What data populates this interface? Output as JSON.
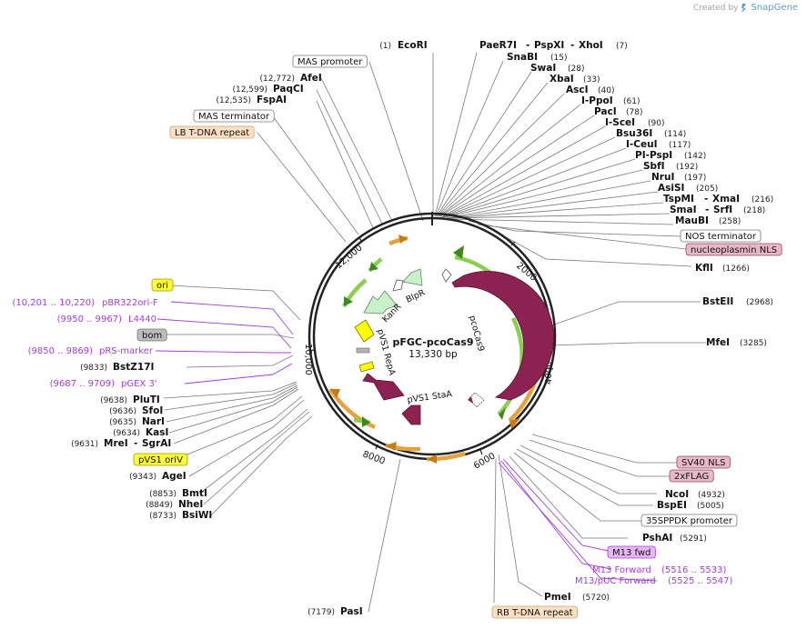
{
  "branding": {
    "created_by": "Created by",
    "app_name": "SnapGene"
  },
  "plasmid": {
    "name": "pFGC-pcoCas9",
    "length_label": "13,330 bp"
  },
  "ticks": [
    "2000",
    "4000",
    "6000",
    "8000",
    "10,000",
    "12,000"
  ],
  "enzymes_top": [
    {
      "name": "EcoRI",
      "pos": "(1)"
    },
    {
      "name": "PaeR7I",
      "name2": "PspXI",
      "name3": "XhoI",
      "pos": "(7)"
    },
    {
      "name": "SnaBI",
      "pos": "(15)"
    },
    {
      "name": "SwaI",
      "pos": "(28)"
    },
    {
      "name": "XbaI",
      "pos": "(33)"
    },
    {
      "name": "AscI",
      "pos": "(40)"
    },
    {
      "name": "I-PpoI",
      "pos": "(61)"
    },
    {
      "name": "PacI",
      "pos": "(78)"
    },
    {
      "name": "I-SceI",
      "pos": "(90)"
    },
    {
      "name": "Bsu36I",
      "pos": "(114)"
    },
    {
      "name": "I-CeuI",
      "pos": "(117)"
    },
    {
      "name": "PI-PspI",
      "pos": "(142)"
    },
    {
      "name": "SbfI",
      "pos": "(192)"
    },
    {
      "name": "NruI",
      "pos": "(197)"
    },
    {
      "name": "AsiSI",
      "pos": "(205)"
    },
    {
      "name": "TspMI",
      "name2": "XmaI",
      "pos": "(216)"
    },
    {
      "name": "SmaI",
      "name2": "SrfI",
      "pos": "(218)"
    },
    {
      "name": "MauBI",
      "pos": "(258)"
    }
  ],
  "enzymes_right": [
    {
      "name": "KflI",
      "pos": "(1266)"
    },
    {
      "name": "BstEII",
      "pos": "(2968)"
    },
    {
      "name": "MfeI",
      "pos": "(3285)"
    },
    {
      "name": "NcoI",
      "pos": "(4932)"
    },
    {
      "name": "BspEI",
      "pos": "(5005)"
    },
    {
      "name": "PshAI",
      "pos": "(5291)"
    },
    {
      "name": "PmeI",
      "pos": "(5720)"
    }
  ],
  "enzymes_bottom": [
    {
      "name": "PasI",
      "pos": "(7179)"
    }
  ],
  "enzymes_left": [
    {
      "name": "AfeI",
      "pos": "(12,772)"
    },
    {
      "name": "PaqCI",
      "pos": "(12,599)"
    },
    {
      "name": "FspAI",
      "pos": "(12,535)"
    },
    {
      "name": "BstZ17I",
      "pos": "(9833)"
    },
    {
      "name": "PluTI",
      "pos": "(9638)"
    },
    {
      "name": "SfoI",
      "pos": "(9636)"
    },
    {
      "name": "NarI",
      "pos": "(9635)"
    },
    {
      "name": "KasI",
      "pos": "(9634)"
    },
    {
      "name": "MreI",
      "name2": "SgrAI",
      "pos": "(9631)"
    },
    {
      "name": "AgeI",
      "pos": "(9343)"
    },
    {
      "name": "BmtI",
      "pos": "(8853)"
    },
    {
      "name": "NheI",
      "pos": "(8849)"
    },
    {
      "name": "BsiWI",
      "pos": "(8733)"
    }
  ],
  "primers": [
    {
      "name": "pBR322ori-F",
      "range": "(10,201 .. 10,220)"
    },
    {
      "name": "L4440",
      "range": "(9950 .. 9967)"
    },
    {
      "name": "pRS-marker",
      "range": "(9850 .. 9869)"
    },
    {
      "name": "pGEX 3'",
      "range": "(9687 .. 9709)"
    },
    {
      "name": "M13 Forward",
      "range": "(5516 .. 5533)"
    },
    {
      "name": "M13/pUC Forward",
      "range": "(5525 .. 5547)"
    }
  ],
  "boxed_labels": [
    {
      "id": "mas-promoter",
      "text": "MAS promoter",
      "fill": "#ffffff",
      "stroke": "#777777"
    },
    {
      "id": "mas-terminator",
      "text": "MAS terminator",
      "fill": "#ffffff",
      "stroke": "#777777"
    },
    {
      "id": "lb-tdna",
      "text": "LB T-DNA repeat",
      "fill": "#fde0c2",
      "stroke": "#c9a27a"
    },
    {
      "id": "nos-terminator",
      "text": "NOS terminator",
      "fill": "#ffffff",
      "stroke": "#777777"
    },
    {
      "id": "nucleoplasmin-nls",
      "text": "nucleoplasmin NLS",
      "fill": "#e8b7c8",
      "stroke": "#8a4a63"
    },
    {
      "id": "ori",
      "text": "ori",
      "fill": "#ffff33",
      "stroke": "#999900"
    },
    {
      "id": "bom",
      "text": "bom",
      "fill": "#bcbcbc",
      "stroke": "#777777"
    },
    {
      "id": "pvs1-oriv",
      "text": "pVS1 oriV",
      "fill": "#ffff33",
      "stroke": "#999900"
    },
    {
      "id": "sv40-nls",
      "text": "SV40 NLS",
      "fill": "#e8b7c8",
      "stroke": "#8a4a63"
    },
    {
      "id": "2xflag",
      "text": "2xFLAG",
      "fill": "#e8b7c8",
      "stroke": "#8a4a63"
    },
    {
      "id": "35sppdk",
      "text": "35SPPDK promoter",
      "fill": "#ffffff",
      "stroke": "#777777"
    },
    {
      "id": "m13-fwd",
      "text": "M13 fwd",
      "fill": "#e5b8f5",
      "stroke": "#a33fd6"
    },
    {
      "id": "rb-tdna",
      "text": "RB T-DNA repeat",
      "fill": "#fde0c2",
      "stroke": "#c9a27a"
    }
  ],
  "features": [
    {
      "id": "pcocas9",
      "label": "pcoCas9"
    },
    {
      "id": "pvs1-repa",
      "label": "pVS1 RepA"
    },
    {
      "id": "pvs1-staa",
      "label": "pVS1 StaA"
    },
    {
      "id": "kanr",
      "label": "KanR"
    },
    {
      "id": "blpr",
      "label": "BlpR"
    }
  ],
  "colors": {
    "backbone": "#222222",
    "cds": "#8b2252",
    "orange_arrow": "#e6a33b",
    "green_arrow": "#8ccf4f",
    "kanr": "#c9f0c9",
    "primer": "#a33fd6",
    "ori_yellow": "#ffff00",
    "line": "#7a7a7a"
  }
}
